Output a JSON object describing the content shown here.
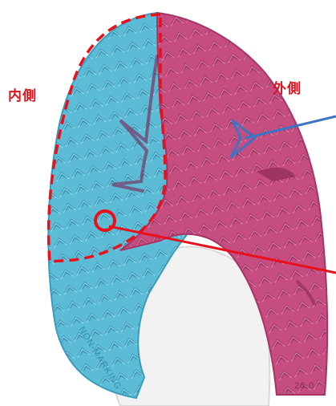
{
  "labels": {
    "inner": "内側",
    "outer": "外側"
  },
  "sole_markings": {
    "non_marking": "NON-MARKING",
    "size": "26.0"
  },
  "colors": {
    "medial_zone": "#4fb3cf",
    "lateral_zone": "#c2477a",
    "label_text": "#e0121b",
    "dashed_outline": "#e8101b",
    "pointer_line_red": "#e8101b",
    "pointer_line_blue": "#3b74c4"
  },
  "icons": {
    "medial_marker": "circle-marker-icon",
    "lateral_marker": "arrow-marker-icon"
  }
}
